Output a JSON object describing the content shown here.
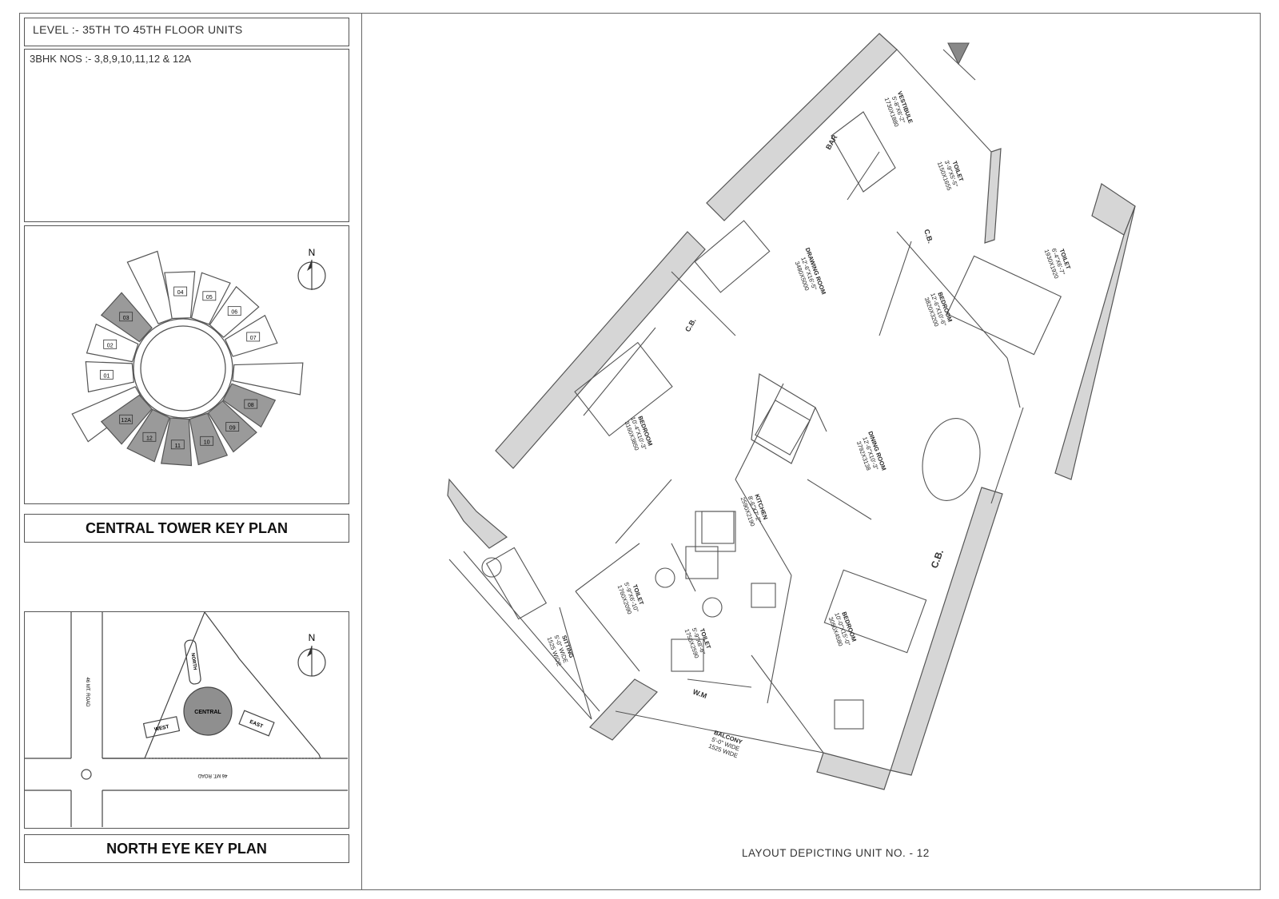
{
  "level_label": "LEVEL :- 35TH TO 45TH FLOOR UNITS",
  "units_label": "3BHK  NOS :- 3,8,9,10,11,12 & 12A",
  "central_key": {
    "title": "CENTRAL TOWER KEY PLAN",
    "north": "N",
    "units": [
      "01",
      "02",
      "03",
      "04",
      "05",
      "06",
      "07",
      "08",
      "09",
      "10",
      "11",
      "12",
      "12A"
    ],
    "highlighted": [
      "03",
      "08",
      "09",
      "10",
      "11",
      "12",
      "12A"
    ]
  },
  "north_eye_key": {
    "title": "NORTH EYE KEY PLAN",
    "north": "N",
    "road_vertical": "46 MT. ROAD",
    "road_horizontal": "46 MT. ROAD",
    "blocks": [
      "NORTH",
      "WEST",
      "CENTRAL",
      "EAST"
    ]
  },
  "floorplan": {
    "rooms": [
      {
        "name": "VESTIBULE",
        "dims": "5'-8\"X6'-2\"",
        "mm": "1730X1880"
      },
      {
        "name": "TOILET",
        "dims": "3'-9\"X5'-5\"",
        "mm": "1150X1655"
      },
      {
        "name": "TOILET",
        "dims": "6'-4\"X6'-7\"",
        "mm": "1930X1920"
      },
      {
        "name": "DRAWING ROOM",
        "dims": "12'-6\"X16'-5\"",
        "mm": "3480X5000"
      },
      {
        "name": "BEDROOM",
        "dims": "12'-6\"X10'-6\"",
        "mm": "3820X3200"
      },
      {
        "name": "BEDROOM",
        "dims": "10'-4\"X10'-3\"",
        "mm": "3160X3850"
      },
      {
        "name": "DINING ROOM",
        "dims": "12'-6\"X10'-3\"",
        "mm": "3792X3138"
      },
      {
        "name": "KITCHEN",
        "dims": "8'-6\"X7'-2\"",
        "mm": "2590X2190"
      },
      {
        "name": "TOILET",
        "dims": "5'-9\"X6'-10\"",
        "mm": "1760X2090"
      },
      {
        "name": "SITTING",
        "dims": "5'-0\" WIDE",
        "mm": "1525 WIDE"
      },
      {
        "name": "TOILET",
        "dims": "5'-9\"X8'-6\"",
        "mm": "1750X2590"
      },
      {
        "name": "BEDROOM",
        "dims": "10'-0\"X15'-0\"",
        "mm": "3050X4580"
      },
      {
        "name": "BALCONY",
        "dims": "5'-0\" WIDE",
        "mm": "1525 WIDE"
      }
    ],
    "labels": {
      "bar": "BAR",
      "cb": "C.B.",
      "wm": "W.M"
    }
  },
  "caption": "LAYOUT DEPICTING UNIT NO. - 12"
}
